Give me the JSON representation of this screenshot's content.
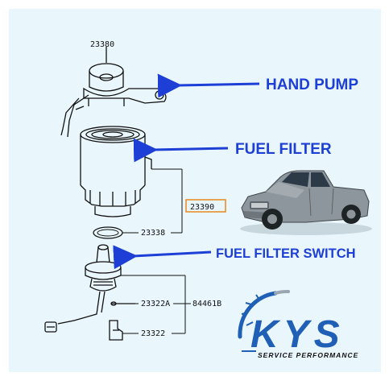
{
  "part_numbers": {
    "hand_pump_part": "23380",
    "filter_assembly_part": "23390",
    "gasket_part": "23338",
    "drain_cock_part": "23322A",
    "drain_cock_sub_part": "84461B",
    "switch_part": "23322"
  },
  "callouts": {
    "hand_pump": "HAND PUMP",
    "fuel_filter": "FUEL FILTER",
    "fuel_filter_switch": "FUEL FILTER SWITCH"
  },
  "brand": {
    "logo_text": "KYS",
    "tagline": "SERVICE PERFORMANCE"
  },
  "colors": {
    "panel_bg": "#e9f6fb",
    "callout_blue": "#1d3fd6",
    "highlight_box": "#e8881c",
    "logo_blue": "#1f5fb5"
  }
}
